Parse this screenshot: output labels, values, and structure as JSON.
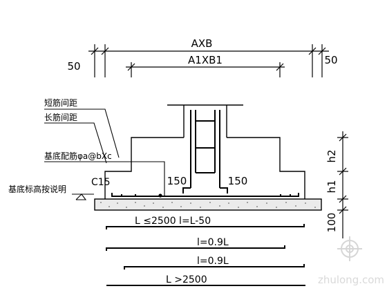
{
  "dimensions": {
    "overall_width": "AXB",
    "inner_width": "A1XB1",
    "edge_left": "50",
    "edge_right": "50",
    "step_height_upper": "h2",
    "step_height_lower": "h1",
    "cushion_thickness": "100"
  },
  "annotations": {
    "short_bar_spacing": "短筋间距",
    "long_bar_spacing": "长筋间距",
    "base_reinforcement": "基底配筋φa@bXc",
    "concrete_grade": "C15",
    "base_elevation_note": "基底标高按说明",
    "hook_left": "150",
    "hook_right": "150"
  },
  "bar_details": [
    "L ≤2500  l=L-50",
    "l=0.9L",
    "l=0.9L",
    "L  >2500"
  ],
  "watermark": "zhulong.com"
}
